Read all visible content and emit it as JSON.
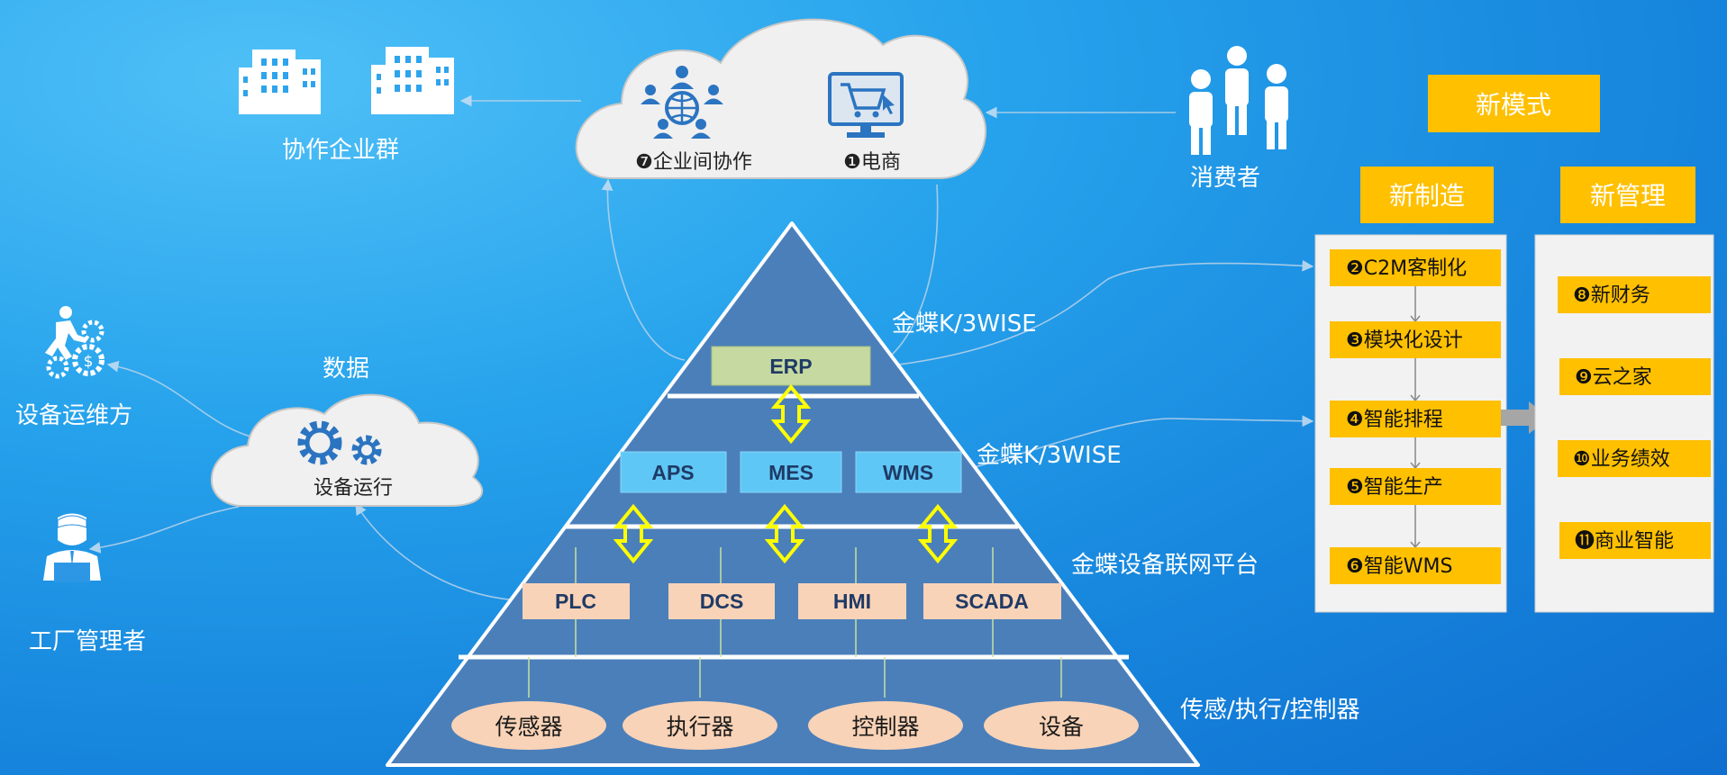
{
  "clouds": {
    "top": {
      "collab_label": "❼企业间协作",
      "ecommerce_label": "❶电商"
    },
    "device": {
      "label": "设备运行"
    }
  },
  "side_labels": {
    "enterprise_group": "协作企业群",
    "consumers": "消费者",
    "data": "数据",
    "maintenance": "设备运维方",
    "factory_manager": "工厂管理者"
  },
  "pyramid": {
    "erp": "ERP",
    "level2": [
      "APS",
      "MES",
      "WMS"
    ],
    "level3": [
      "PLC",
      "DCS",
      "HMI",
      "SCADA"
    ],
    "level4": [
      "传感器",
      "执行器",
      "控制器",
      "设备"
    ],
    "labels": {
      "erp_side": "金蝶K/3WISE",
      "level2_side": "金蝶K/3WISE",
      "level3_side": "金蝶设备联网平台",
      "level4_side": "传感/执行/控制器"
    }
  },
  "new_mode": {
    "title": "新模式",
    "manufacturing": {
      "title": "新制造",
      "items": [
        "❷C2M客制化",
        "❸模块化设计",
        "❹智能排程",
        "❺智能生产",
        "❻智能WMS"
      ]
    },
    "management": {
      "title": "新管理",
      "items": [
        "❽新财务",
        "❾云之家",
        "❿业务绩效",
        "⓫商业智能"
      ]
    }
  },
  "colors": {
    "pyramid": "#4b7fba",
    "erp": "#c5d9a0",
    "level2": "#5fc7f5",
    "level3": "#f9d3b7",
    "oval": "#f9d3b7",
    "arrow": "#ffff00",
    "gold": "#ffc000"
  }
}
